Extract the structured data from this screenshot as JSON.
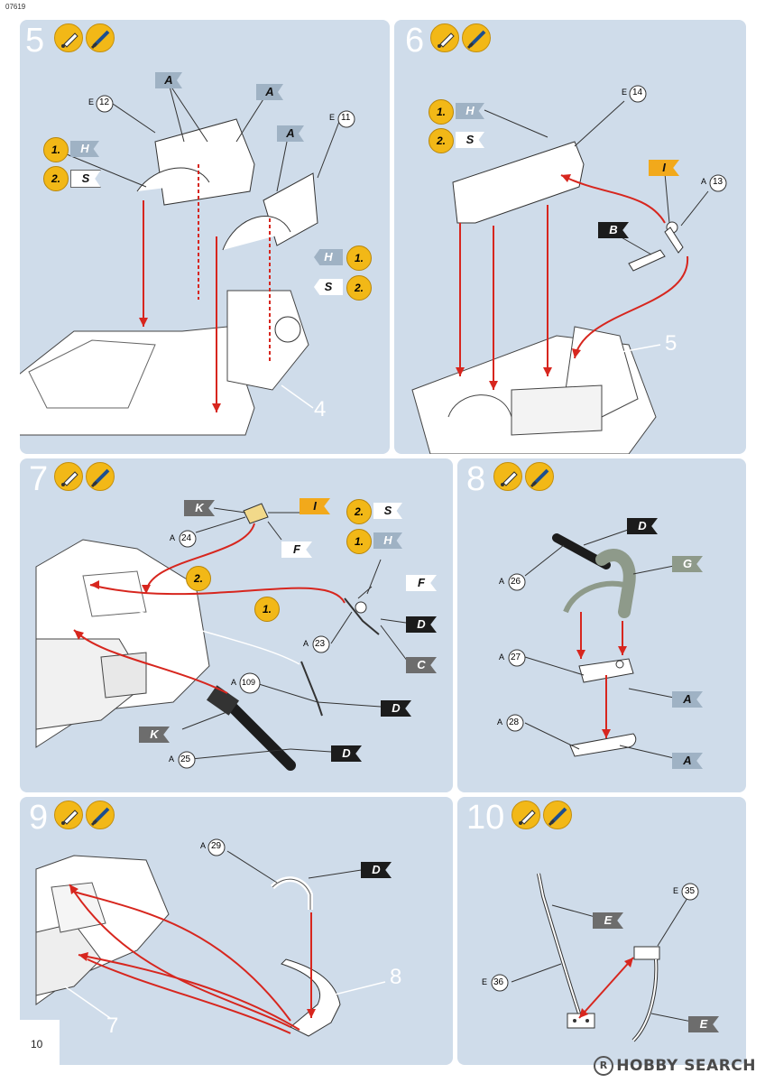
{
  "doc_code": "07619",
  "page_number": "10",
  "watermark": "HOBBY SEARCH",
  "watermark_mark": "R",
  "steps": [
    {
      "number": "5",
      "parts": [
        {
          "letter": "E",
          "num": "12"
        },
        {
          "letter": "E",
          "num": "11"
        }
      ],
      "ref": "4",
      "flags": [
        "A",
        "A",
        "A"
      ],
      "orders": [
        "1.",
        "2.",
        "1.",
        "2."
      ],
      "paints": [
        "H",
        "S",
        "H",
        "S"
      ]
    },
    {
      "number": "6",
      "parts": [
        {
          "letter": "E",
          "num": "14"
        },
        {
          "letter": "A",
          "num": "13"
        }
      ],
      "ref": "5",
      "flags": [
        "I",
        "B"
      ],
      "orders": [
        "1.",
        "2."
      ],
      "paints": [
        "H",
        "S"
      ]
    },
    {
      "number": "7",
      "parts": [
        {
          "letter": "A",
          "num": "24"
        },
        {
          "letter": "A",
          "num": "23"
        },
        {
          "letter": "A",
          "num": "109"
        },
        {
          "letter": "A",
          "num": "25"
        }
      ],
      "flags": [
        "K",
        "I",
        "F",
        "F",
        "D",
        "C",
        "D",
        "K",
        "D"
      ],
      "orders": [
        "2.",
        "1.",
        "2.",
        "1."
      ],
      "paints": [
        "S",
        "H"
      ]
    },
    {
      "number": "8",
      "parts": [
        {
          "letter": "A",
          "num": "26"
        },
        {
          "letter": "A",
          "num": "27"
        },
        {
          "letter": "A",
          "num": "28"
        }
      ],
      "flags": [
        "D",
        "G",
        "A",
        "A"
      ]
    },
    {
      "number": "9",
      "parts": [
        {
          "letter": "A",
          "num": "29"
        }
      ],
      "ref_a": "8",
      "ref_b": "7",
      "flags": [
        "D"
      ]
    },
    {
      "number": "10",
      "parts": [
        {
          "letter": "E",
          "num": "35"
        },
        {
          "letter": "E",
          "num": "36"
        }
      ],
      "flags": [
        "E",
        "E"
      ]
    }
  ],
  "colors": {
    "panel": "#cfdcea",
    "arrow": "#d7261e",
    "badge": "#f2b817",
    "flag_dark": "#1c1c1c",
    "flag_grey": "#6d6d6d",
    "flag_lightblue": "#9fb2c4",
    "flag_orange": "#f2a91b",
    "flag_sage": "#8e9a8a"
  }
}
